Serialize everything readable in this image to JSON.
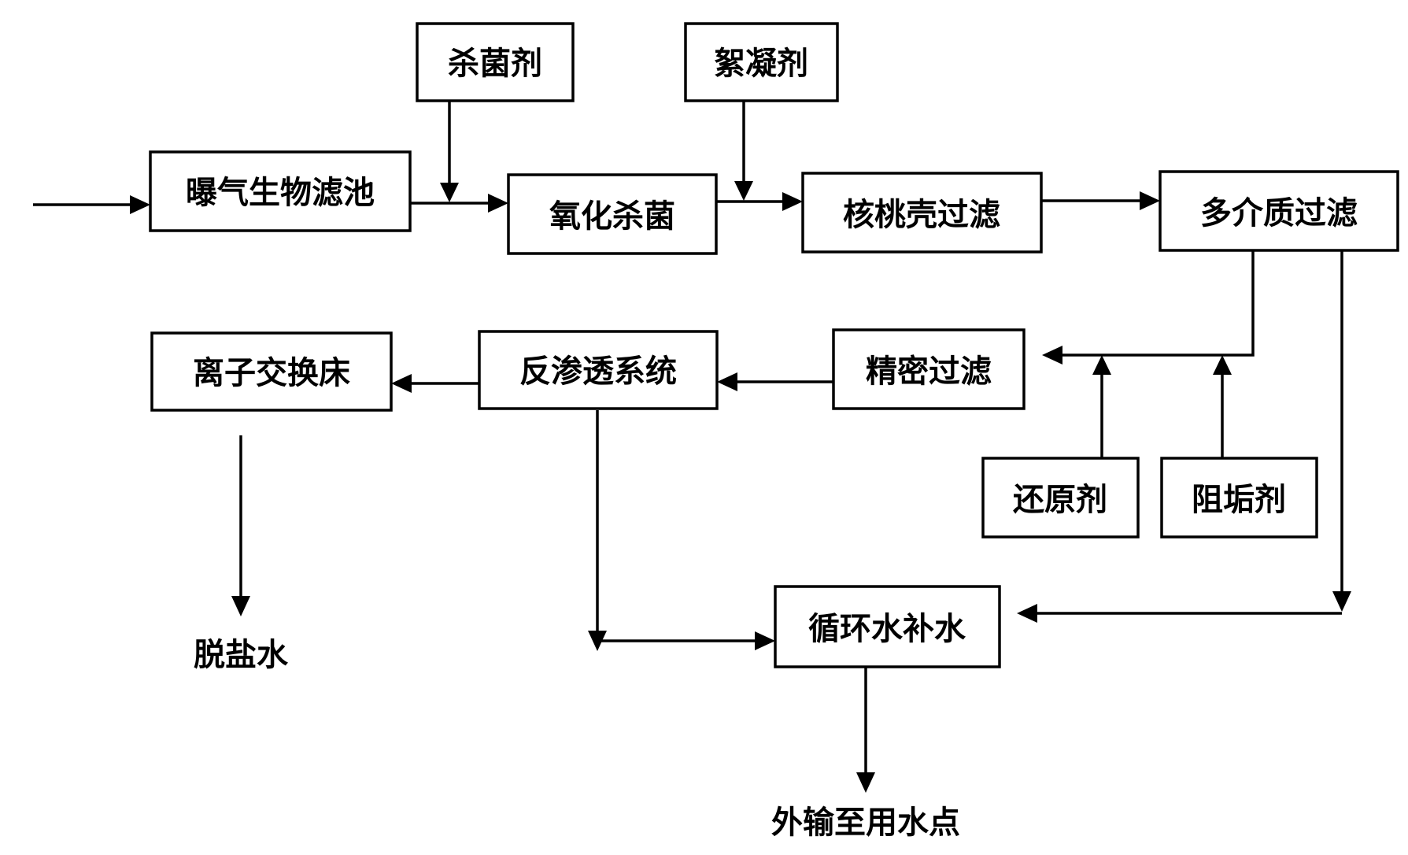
{
  "nodes": {
    "aerated_biofilter": "曝气生物滤池",
    "bactericide": "杀菌剂",
    "oxidative_sterilization": "氧化杀菌",
    "flocculant": "絮凝剂",
    "walnut_shell_filter": "核桃壳过滤",
    "multimedia_filter": "多介质过滤",
    "precision_filter": "精密过滤",
    "reverse_osmosis": "反渗透系统",
    "ion_exchange_bed": "离子交换床",
    "reducing_agent": "还原剂",
    "scale_inhibitor": "阻垢剂",
    "circulating_makeup": "循环水补水"
  },
  "outputs": {
    "desalinated_water": "脱盐水",
    "export_to_users": "外输至用水点"
  },
  "colors": {
    "line": "#000000",
    "box_fill": "#ffffff",
    "text": "#000000"
  }
}
